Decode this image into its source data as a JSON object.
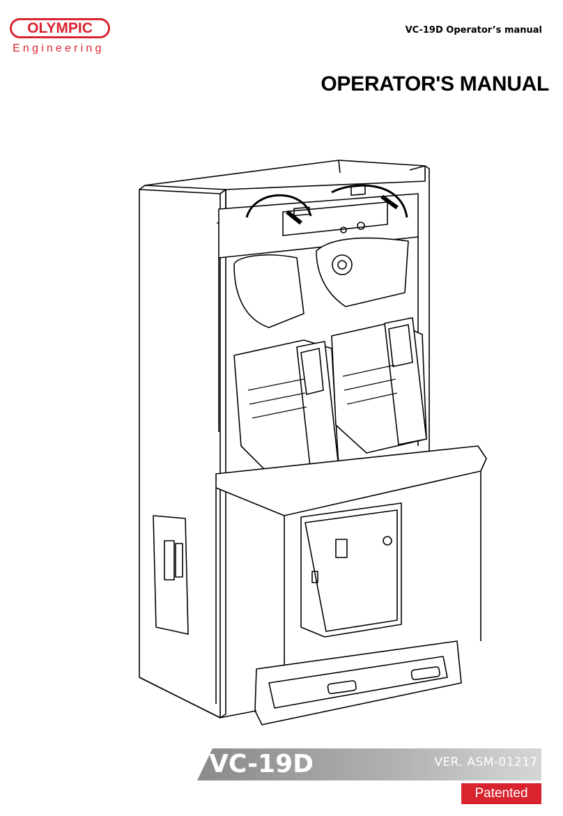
{
  "brand": {
    "logo_word": "OLYMPIC",
    "logo_sub": "Engineering"
  },
  "header": {
    "manual_label": "VC-19D Operator’s manual"
  },
  "document": {
    "title": "OPERATOR'S MANUAL"
  },
  "footer": {
    "model": "VC-19D",
    "version": "VER. ASM-01217",
    "badge": "Patented"
  },
  "colors": {
    "brand_red": "#d9232e",
    "bar_gray": "#a0a0a0"
  },
  "illustration": {
    "subject": "machine-line-drawing"
  }
}
